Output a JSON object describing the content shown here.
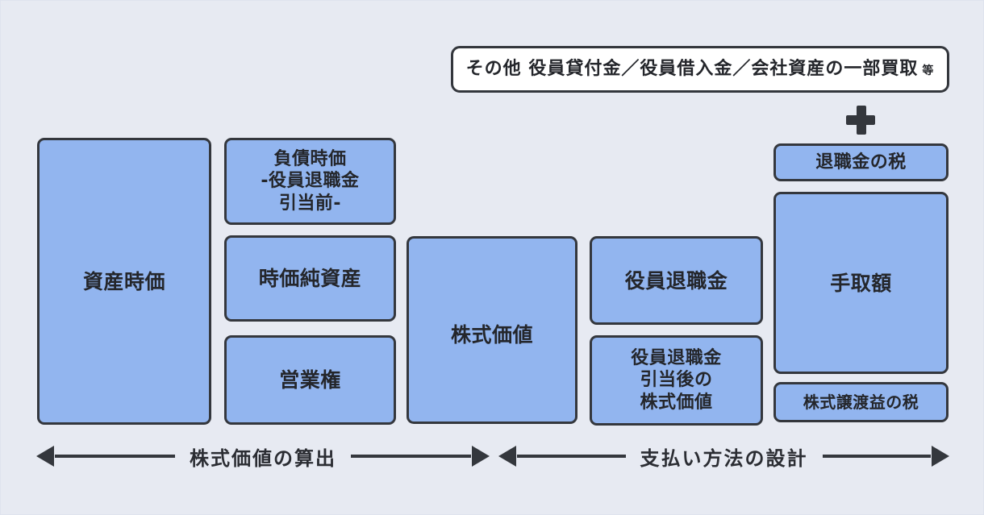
{
  "diagram": {
    "background_color": "#e7eaf2",
    "box_fill_color": "#92b5ef",
    "box_border_color": "#34373d",
    "note_fill_color": "#ffffff",
    "note": {
      "text": "その他 役員貸付金／役員借入金／会社資産の一部買取",
      "suffix": "等"
    },
    "plus_symbol": "+",
    "columns": {
      "assets": [
        {
          "label": "資産時価"
        }
      ],
      "liabilities": [
        {
          "label": "負債時価\n-役員退職金\n引当前-"
        },
        {
          "label": "時価純資産"
        },
        {
          "label": "営業権"
        }
      ],
      "share_value": [
        {
          "label": "株式価値"
        }
      ],
      "payment_design": [
        {
          "label": "役員退職金"
        },
        {
          "label": "役員退職金\n引当後の\n株式価値"
        }
      ],
      "net_proceeds": [
        {
          "label": "退職金の税"
        },
        {
          "label": "手取額"
        },
        {
          "label": "株式譲渡益の税"
        }
      ]
    },
    "arrows": [
      {
        "label": "株式価値の算出"
      },
      {
        "label": "支払い方法の設計"
      }
    ]
  }
}
